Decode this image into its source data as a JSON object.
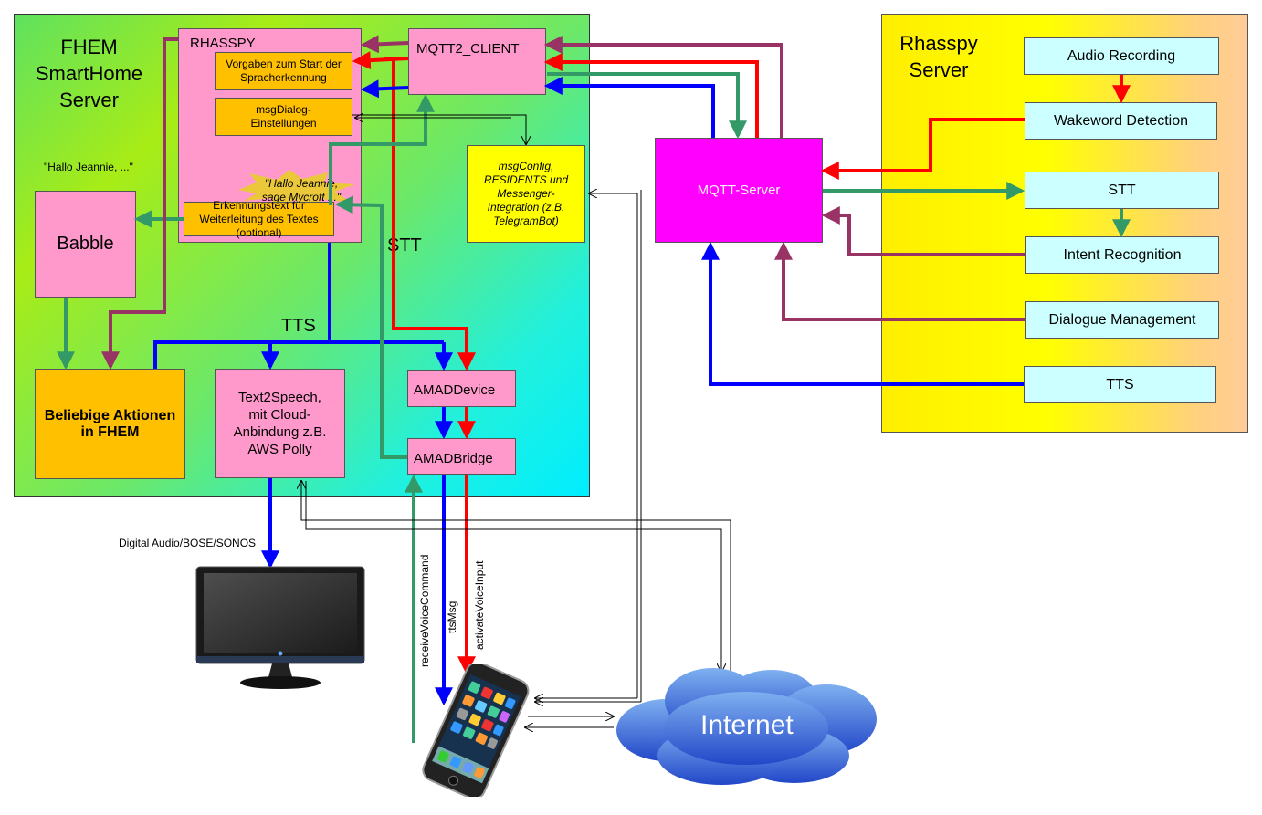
{
  "fhem": {
    "title_line1": "FHEM",
    "title_line2": "SmartHome",
    "title_line3": "Server",
    "rhasspy_module": "RHASSPY",
    "vorgaben": "Vorgaben zum Start der Spracherkennung",
    "msgdialog": "msgDialog-Einstellungen",
    "hallo_jeannie_mycroft": "\"Hallo Jeannie, sage Mycroft ...\"",
    "erkennungstext": "Erkennungstext für Weiterleitung des Textes (optional)",
    "mqtt2_client": "MQTT2_CLIENT",
    "msgconfig": "msgConfig, RESIDENTS und Messenger-Integration (z.B. TelegramBot)",
    "hallo_jeannie": "\"Hallo Jeannie,  ...\"",
    "babble": "Babble",
    "stt_label": "STT",
    "tts_label": "TTS",
    "aktionen": "Beliebige Aktionen in FHEM",
    "text2speech": "Text2Speech, mit Cloud-Anbindung z.B. AWS Polly",
    "amaddevice": "AMADDevice",
    "amadbridge": "AMADBridge"
  },
  "mqtt_server": "MQTT-Server",
  "rhasspy": {
    "title_line1": "Rhasspy",
    "title_line2": "Server",
    "components": [
      "Audio Recording",
      "Wakeword Detection",
      "STT",
      "Intent Recognition",
      "Dialogue Management",
      "TTS"
    ]
  },
  "labels": {
    "digital_audio": "Digital Audio/BOSE/SONOS",
    "receive_voice_command": "receiveVoiceCommand",
    "tts_msg": "ttsMsg",
    "activate_voice_input": "activateVoiceInput",
    "internet": "Internet"
  },
  "colors": {
    "red": "#ff0000",
    "blue": "#0000ff",
    "green": "#339966",
    "mauve": "#993366",
    "fhem_green": "#66e066",
    "fhem_cyan": "#00eeff",
    "rhasspy_yellow": "#ffff00",
    "rhasspy_peach": "#ffcc99",
    "pink": "#ff99cc",
    "orange": "#ffc000",
    "cyan": "#ccffff",
    "magenta": "#ff00ff",
    "cloud_blue": "#3a6fd8"
  }
}
